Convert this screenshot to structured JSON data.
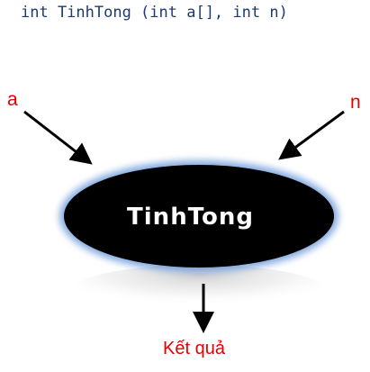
{
  "signature": "int TinhTong (int a[], int n)",
  "node": {
    "label": "TinhTong"
  },
  "inputs": [
    {
      "label": "a"
    },
    {
      "label": "n"
    }
  ],
  "output": {
    "label": "Kết quả"
  },
  "colors": {
    "signature": "#1f3a70",
    "labels": "#e60000",
    "ellipse": "#000000",
    "glow": "#5b8fd6"
  }
}
